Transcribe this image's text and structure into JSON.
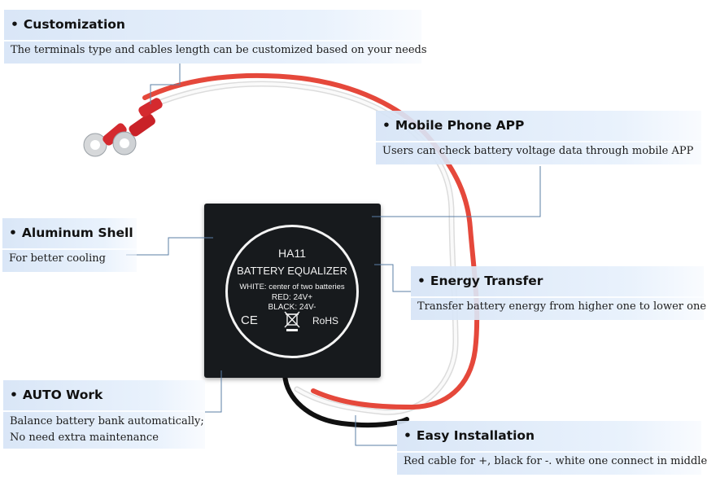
{
  "bullet": "•",
  "callouts": {
    "customization": {
      "title": "Customization",
      "description": "The terminals type and cables length can be customized based on your needs"
    },
    "mobile_app": {
      "title": "Mobile Phone APP",
      "description": "Users can check battery voltage data through mobile APP"
    },
    "aluminum_shell": {
      "title": "Aluminum Shell",
      "description": "For better cooling"
    },
    "energy_transfer": {
      "title": "Energy Transfer",
      "description": "Transfer battery energy from higher one to lower one"
    },
    "auto_work": {
      "title": "AUTO Work",
      "description_lines": [
        "Balance battery bank automatically;",
        "No need extra maintenance"
      ]
    },
    "easy_installation": {
      "title": "Easy Installation",
      "description": "Red cable for +, black for -. white one connect in middle"
    }
  },
  "device_label": {
    "model": "HA11",
    "name": "BATTERY EQUALIZER",
    "white_line": "WHITE: center of two batteries",
    "red_line": "RED: 24V+",
    "black_line": "BLACK: 24V-",
    "ce_mark": "CE",
    "rohs_mark": "RoHS",
    "icons": [
      "ce-mark-icon",
      "weee-bin-icon",
      "rohs-mark"
    ]
  },
  "colors": {
    "callout_bg": "#d6e4f6",
    "leader_line": "#5b7fa6",
    "device_body": "#171a1d",
    "red_cable": "#e5483b",
    "white_cable": "#eeeeee",
    "black_cable": "#111111",
    "terminal_red": "#d42a2f"
  }
}
